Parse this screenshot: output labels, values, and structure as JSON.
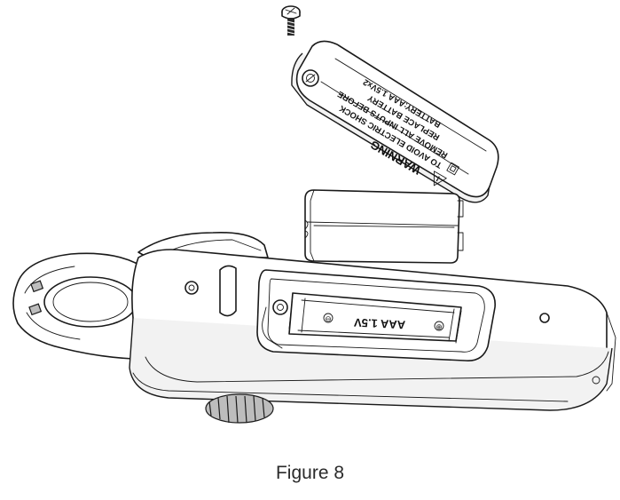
{
  "figure": {
    "caption": "Figure 8"
  },
  "battery_cover": {
    "warning_title": "WARNING",
    "warning_lines": [
      "TO AVOID ELECTRIC SHOCK",
      "REMOVE ALL INPUTS BEFORE",
      "REPLACE BATTERY",
      "BATTERY:AAA 1.5Vx2"
    ]
  },
  "battery_compartment": {
    "label": "AAA 1.5V"
  }
}
